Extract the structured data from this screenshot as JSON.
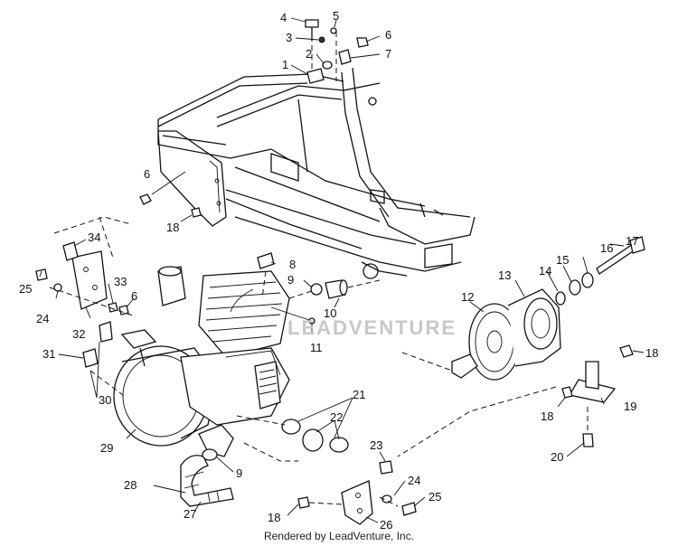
{
  "callouts": [
    {
      "id": "c4",
      "text": "4"
    },
    {
      "id": "c5",
      "text": "5"
    },
    {
      "id": "c3",
      "text": "3"
    },
    {
      "id": "c6a",
      "text": "6"
    },
    {
      "id": "c2",
      "text": "2"
    },
    {
      "id": "c7",
      "text": "7"
    },
    {
      "id": "c1",
      "text": "1"
    },
    {
      "id": "c6b",
      "text": "6"
    },
    {
      "id": "c18a",
      "text": "18"
    },
    {
      "id": "c34",
      "text": "34"
    },
    {
      "id": "c8",
      "text": "8"
    },
    {
      "id": "c17",
      "text": "17"
    },
    {
      "id": "c16",
      "text": "16"
    },
    {
      "id": "c15",
      "text": "15"
    },
    {
      "id": "c14",
      "text": "14"
    },
    {
      "id": "c13",
      "text": "13"
    },
    {
      "id": "c9a",
      "text": "9"
    },
    {
      "id": "c25a",
      "text": "25"
    },
    {
      "id": "c24a",
      "text": "24"
    },
    {
      "id": "c33",
      "text": "33"
    },
    {
      "id": "c6c",
      "text": "6"
    },
    {
      "id": "c12",
      "text": "12"
    },
    {
      "id": "c10",
      "text": "10"
    },
    {
      "id": "c32",
      "text": "32"
    },
    {
      "id": "c11",
      "text": "11"
    },
    {
      "id": "c31",
      "text": "31"
    },
    {
      "id": "c18b",
      "text": "18"
    },
    {
      "id": "c30",
      "text": "30"
    },
    {
      "id": "c21",
      "text": "21"
    },
    {
      "id": "c19",
      "text": "19"
    },
    {
      "id": "c18c",
      "text": "18"
    },
    {
      "id": "c22",
      "text": "22"
    },
    {
      "id": "c29",
      "text": "29"
    },
    {
      "id": "c23",
      "text": "23"
    },
    {
      "id": "c20",
      "text": "20"
    },
    {
      "id": "c9b",
      "text": "9"
    },
    {
      "id": "c24b",
      "text": "24"
    },
    {
      "id": "c28",
      "text": "28"
    },
    {
      "id": "c25b",
      "text": "25"
    },
    {
      "id": "c27",
      "text": "27"
    },
    {
      "id": "c18d",
      "text": "18"
    },
    {
      "id": "c26",
      "text": "26"
    }
  ],
  "watermark": "LEADVENTURE",
  "footer": "Rendered by LeadVenture, Inc."
}
